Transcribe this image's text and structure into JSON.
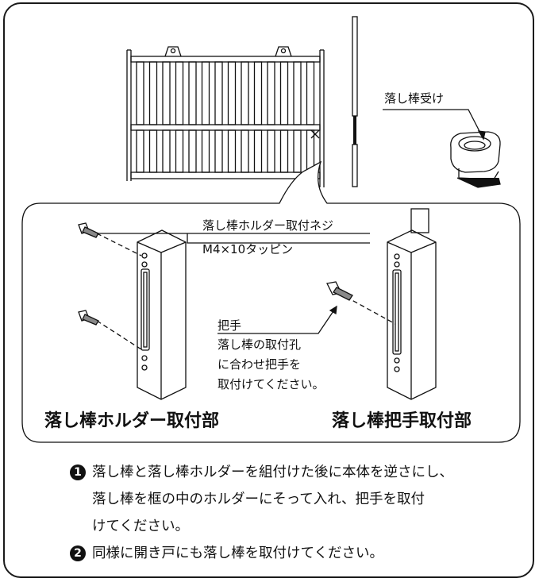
{
  "labels": {
    "receiver": "落し棒受け",
    "screw_line1": "落し棒ホルダー取付ネジ",
    "screw_line2": "M4×10タッピン",
    "handle_title": "把手",
    "handle_line1": "落し棒の取付孔",
    "handle_line2": "に合わせ把手を",
    "handle_line3": "取付けてください。"
  },
  "captions": {
    "holder_section": "落し棒ホルダー取付部",
    "handle_section": "落し棒把手取付部"
  },
  "instructions": [
    {
      "badge": "1",
      "lines": [
        "落し棒と落し棒ホルダーを組付けた後に本体を逆さにし、",
        "落し棒を框の中のホルダーにそって入れ、把手を取付",
        "けてください。"
      ]
    },
    {
      "badge": "2",
      "lines": [
        "同様に開き戸にも落し棒を取付けてください。"
      ]
    }
  ]
}
